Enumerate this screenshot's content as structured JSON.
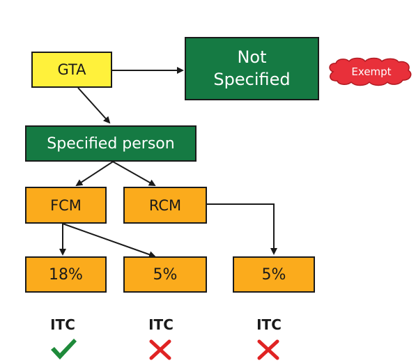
{
  "nodes": {
    "gta": "GTA",
    "not_specified_line1": "Not",
    "not_specified_line2": "Specified",
    "exempt": "Exempt",
    "specified_person": "Specified person",
    "fcm": "FCM",
    "rcm": "RCM",
    "fcm_18": "18%",
    "fcm_5": "5%",
    "rcm_5": "5%"
  },
  "itc": {
    "label": "ITC",
    "items": [
      {
        "id": "fcm-18",
        "status": "allowed"
      },
      {
        "id": "fcm-5",
        "status": "not-allowed"
      },
      {
        "id": "rcm-5",
        "status": "not-allowed"
      }
    ]
  },
  "colors": {
    "yellow": "#fff13b",
    "green": "#157a43",
    "orange": "#fbab1c",
    "cloud_red": "#e8303a",
    "check_green": "#1e8a3a",
    "cross_red": "#e02323"
  },
  "icons": [
    "check-icon",
    "cross-icon",
    "cloud-icon"
  ]
}
